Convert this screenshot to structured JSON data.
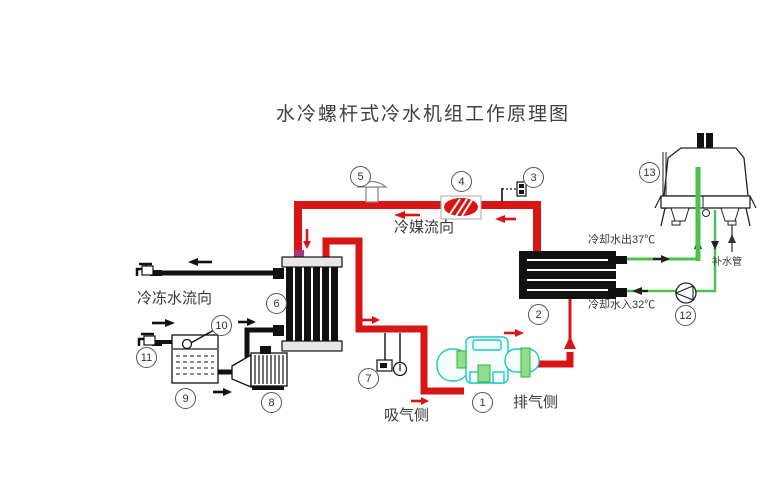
{
  "title": "水冷螺杆式冷水机组工作原理图",
  "flow_labels": {
    "refrigerant_flow": "冷媒流向",
    "chilled_water_flow": "冷冻水流向",
    "suction_side": "吸气侧",
    "discharge_side": "排气侧",
    "cooling_water_out": "冷却水出37℃",
    "cooling_water_in": "冷却水入32℃",
    "makeup_water_pipe": "补水管"
  },
  "callouts": {
    "c1": "1",
    "c2": "2",
    "c3": "3",
    "c4": "4",
    "c5": "5",
    "c6": "6",
    "c7": "7",
    "c8": "8",
    "c9": "9",
    "c10": "10",
    "c11": "11",
    "c12": "12",
    "c13": "13"
  },
  "colors": {
    "refrigerant_pipe": "#d91414",
    "chilled_water_pipe": "#111111",
    "cooling_water_pipe": "#4cc24c",
    "compressor_outline": "#1fc7c7"
  }
}
